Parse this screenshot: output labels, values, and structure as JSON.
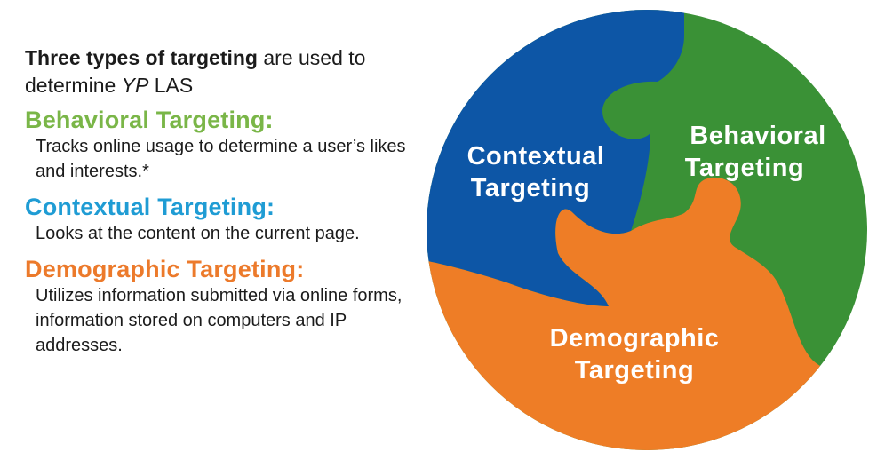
{
  "intro": {
    "bold": "Three types of targeting",
    "rest": " are used to",
    "line2_prefix": "determine ",
    "line2_italic": "YP",
    "line2_suffix": " LAS"
  },
  "sections": [
    {
      "title": "Behavioral Targeting:",
      "body": "Tracks online usage to determine a user’s likes and interests.*",
      "color": "#7ab648"
    },
    {
      "title": "Contextual Targeting:",
      "body": "Looks at the content on the current page.",
      "color": "#1f9cd4"
    },
    {
      "title": "Demographic Targeting:",
      "body": "Utilizes information submitted via online forms, information stored on computers and IP addresses.",
      "color": "#ec7a2b"
    }
  ],
  "puzzle": {
    "contextual": {
      "line1": "Contextual",
      "line2": "Targeting",
      "color": "#0d56a6"
    },
    "behavioral": {
      "line1": "Behavioral",
      "line2": "Targeting",
      "color": "#3a9136"
    },
    "demographic": {
      "line1": "Demographic",
      "line2": "Targeting",
      "color": "#ee7d26"
    }
  }
}
